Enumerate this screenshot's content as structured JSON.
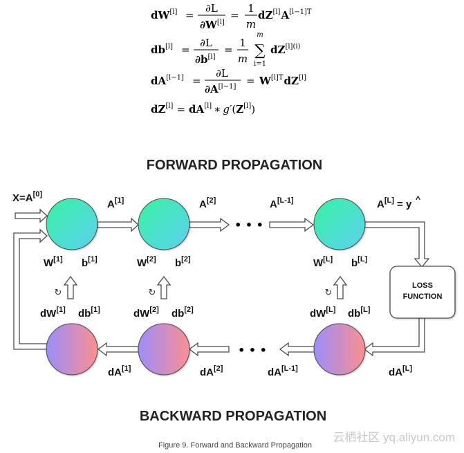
{
  "equations": {
    "eq1": {
      "lhs_base": "dW",
      "lhs_sup": "[l]",
      "frac1_num": "∂L",
      "frac1_den_base": "∂W",
      "frac1_den_sup": "[l]",
      "frac2_num": "1",
      "frac2_den": "m",
      "rhs_a": "dZ",
      "rhs_a_sup": "[l]",
      "rhs_b": "A",
      "rhs_b_sup": "[l−1]T"
    },
    "eq2": {
      "lhs_base": "db",
      "lhs_sup": "[l]",
      "frac1_num": "∂L",
      "frac1_den_base": "∂b",
      "frac1_den_sup": "[l]",
      "frac2_num": "1",
      "frac2_den": "m",
      "sum_top": "m",
      "sum_bottom": "i=1",
      "rhs_a": "dZ",
      "rhs_a_sup": "[l](i)"
    },
    "eq3": {
      "lhs_base": "dA",
      "lhs_sup": "[l−1]",
      "frac1_num": "∂L",
      "frac1_den_base": "∂A",
      "frac1_den_sup": "[l−1]",
      "rhs_a": "W",
      "rhs_a_sup": "[l]T",
      "rhs_b": "dZ",
      "rhs_b_sup": "[l]"
    },
    "eq4": {
      "lhs_base": "dZ",
      "lhs_sup": "[l]",
      "rhs": "dA",
      "rhs_sup": "[l]",
      "star": "∗",
      "g": "g′",
      "paren_open": "(",
      "z": "Z",
      "z_sup": "[l]",
      "paren_close": ")"
    },
    "equals": "="
  },
  "diagram": {
    "forward_title": "FORWARD PROPAGATION",
    "backward_title": "BACKWARD PROPAGATION",
    "input_label": {
      "base": "X=A",
      "sup": "[0]"
    },
    "forward_activations": [
      {
        "base": "A",
        "sup": "[1]"
      },
      {
        "base": "A",
        "sup": "[2]"
      },
      {
        "base": "A",
        "sup": "[L-1]"
      }
    ],
    "output_label": {
      "base": "A",
      "sup": "[L]",
      "eq": " = ",
      "y": "y",
      "hat": "^"
    },
    "params": [
      {
        "w": "W",
        "w_sup": "[1]",
        "b": "b",
        "b_sup": "[1]",
        "dw": "dW",
        "dw_sup": "[1]",
        "db": "db",
        "db_sup": "[1]"
      },
      {
        "w": "W",
        "w_sup": "[2]",
        "b": "b",
        "b_sup": "[2]",
        "dw": "dW",
        "dw_sup": "[2]",
        "db": "db",
        "db_sup": "[2]"
      },
      {
        "w": "W",
        "w_sup": "[L]",
        "b": "b",
        "b_sup": "[L]",
        "dw": "dW",
        "dw_sup": "[L]",
        "db": "db",
        "db_sup": "[L]"
      }
    ],
    "backward_activations": [
      {
        "base": "dA",
        "sup": "[1]"
      },
      {
        "base": "dA",
        "sup": "[2]"
      },
      {
        "base": "dA",
        "sup": "[L-1]"
      },
      {
        "base": "dA",
        "sup": "[L]"
      }
    ],
    "ellipsis": "• • •",
    "loss_box": {
      "line1": "LOSS",
      "line2": "FUNCTION"
    },
    "update_icon": "↻",
    "colors": {
      "forward_node_start": "#38f2a2",
      "forward_node_end": "#5cd0f0",
      "backward_node_start": "#9b8dfb",
      "backward_node_end": "#fb8f8f",
      "arrow_stroke": "#4a4a4a"
    }
  },
  "caption": "Figure 9. Forward and Backward Propagation",
  "watermark": "云栖社区 yq.aliyun.com"
}
